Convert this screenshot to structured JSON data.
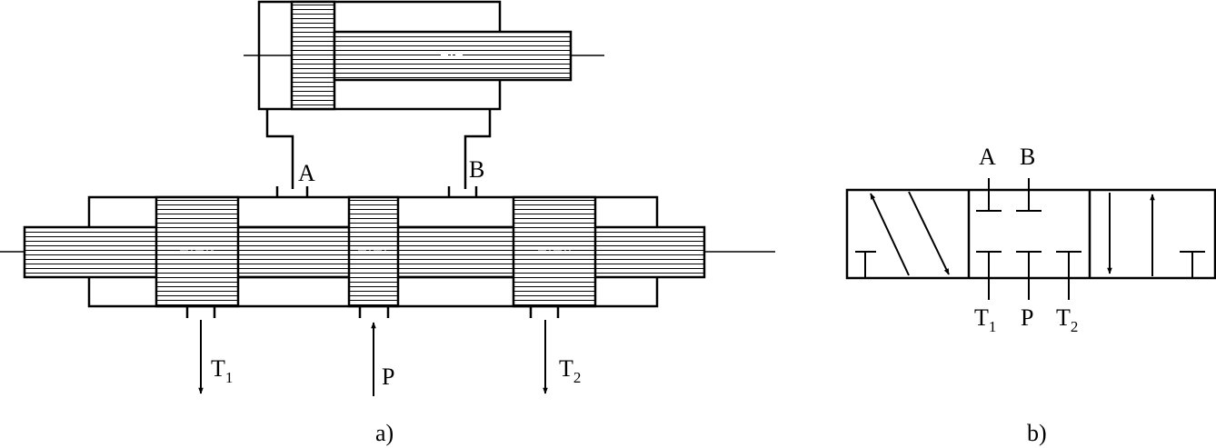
{
  "diagram_a": {
    "caption": "a)",
    "ports": {
      "A": "A",
      "B": "B",
      "T1": {
        "base": "T",
        "sub": "1"
      },
      "P": "P",
      "T2": {
        "base": "T",
        "sub": "2"
      }
    }
  },
  "diagram_b": {
    "caption": "b)",
    "ports": {
      "A": "A",
      "B": "B",
      "T1": {
        "base": "T",
        "sub": "1"
      },
      "P": "P",
      "T2": {
        "base": "T",
        "sub": "2"
      }
    }
  },
  "colors": {
    "line": "#000000",
    "background": "#ffffff"
  }
}
